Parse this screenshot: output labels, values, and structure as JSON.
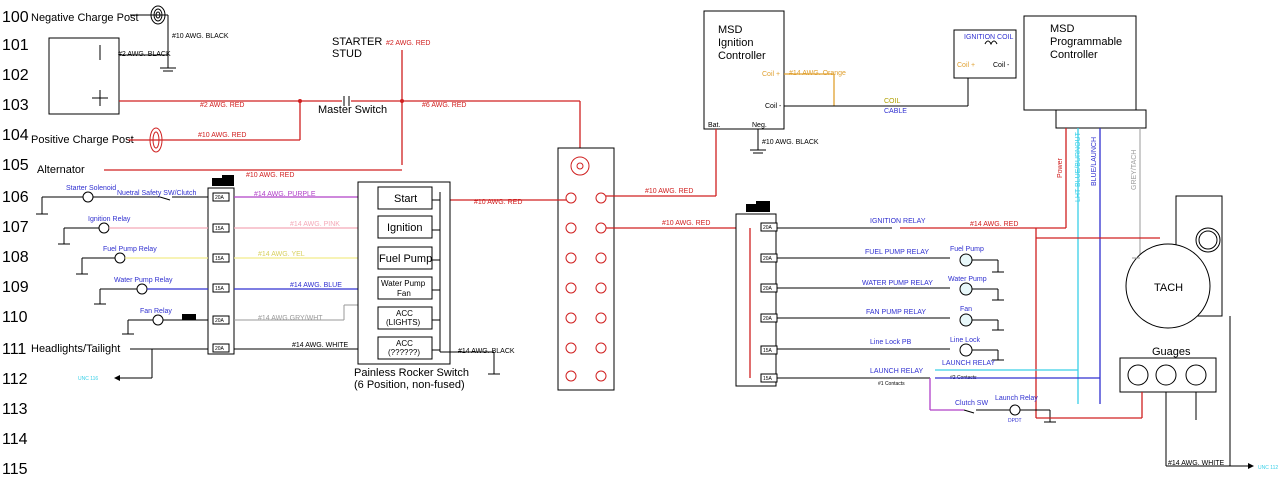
{
  "line_numbers": [
    "100",
    "101",
    "102",
    "103",
    "104",
    "105",
    "106",
    "107",
    "108",
    "109",
    "110",
    "111",
    "112",
    "113",
    "114",
    "115"
  ],
  "labels": {
    "negative_charge_post": "Negative Charge Post",
    "positive_charge_post": "Positive Charge Post",
    "alternator": "Alternator",
    "headlights_tailight": "Headlights/Tailight",
    "starter_stud_1": "STARTER",
    "starter_stud_2": "STUD",
    "master_switch": "Master Switch",
    "msd_ignition_1": "MSD",
    "msd_ignition_2": "Ignition",
    "msd_ignition_3": "Controller",
    "ignition_coil": "IGNITION  COIL",
    "coil_plus": "Coil +",
    "coil_minus": "Coil -",
    "coil": "Coil -",
    "bat": "Bat.",
    "neg": "Neg.",
    "msd_prog_1": "MSD",
    "msd_prog_2": "Programmable",
    "msd_prog_3": "Controller",
    "rocker_caption_1": "Painless Rocker Switch",
    "rocker_caption_2": "(6 Position, non-fused)",
    "tach": "TACH",
    "guages": "Guages",
    "unc_left": "UNC 116",
    "unc_right": "UNC 112",
    "coil_cable_1": "COIL",
    "coil_cable_2": "CABLE",
    "dpdt": "DPDT",
    "power": "Power",
    "lht_blue": "LHT BLUE/BURNOUT",
    "blue_launch": "BLUE/LAUNCH",
    "grey_tach": "GREY/TACH",
    "contacts_1": "#1 Contacts",
    "contacts_2": "#2 Contacts"
  },
  "wire_labels": {
    "w10_black_top": "#10 AWG. BLACK",
    "w2_black": "#2 AWG. BLACK",
    "w2_red_starter": "#2 AWG. RED",
    "w2_red_103": "#2 AWG. RED",
    "w6_red": "#6 AWG. RED",
    "w10_red_104": "#10 AWG. RED",
    "w10_red_105": "#10 AWG. RED",
    "w10_red_106": "#10 AWG. RED",
    "w10_red_bat": "#10 AWG. RED",
    "w10_red_107": "#10 AWG. RED",
    "w14_orange": "#14 AWG. Orange",
    "w10_black_msd": "#10 AWG. BLACK",
    "w14_purple": "#14 AWG. PURPLE",
    "w14_pink": "#14 AWG. PINK",
    "w14_yellow": "#14 AWG. YEL",
    "w14_blue": "#14 AWG. BLUE",
    "w14_greywht": "#14 AWG.GRY/WHT",
    "w14_white": "#14 AWG. WHITE",
    "w14_black_rocker": "#14 AWG. BLACK",
    "w14_red_relays": "#14 AWG. RED",
    "w14_white_right": "#14 AWG. WHITE"
  },
  "rocker_buttons": [
    "Start",
    "Ignition",
    "Fuel Pump",
    "Water Pump Fan",
    "ACC (LIGHTS)",
    "ACC (??????)"
  ],
  "left_devices": [
    "Starter  Solenoid",
    "Ignition  Relay",
    "Fuel  Pump  Relay",
    "Water  Pump  Relay",
    "Fan  Relay"
  ],
  "left_switch_label": "Nuetral  Safety  SW/Clutch",
  "left_fuses": [
    "20A",
    "15A",
    "15A",
    "15A",
    "20A",
    "20A"
  ],
  "right_fuses": [
    "20A",
    "20A",
    "20A",
    "20A",
    "15A",
    "15A"
  ],
  "right_rows": [
    {
      "relay": "IGNITION  RELAY",
      "device": ""
    },
    {
      "relay": "FUEL  PUMP  RELAY",
      "device": "Fuel  Pump"
    },
    {
      "relay": "WATER  PUMP  RELAY",
      "device": "Water  Pump"
    },
    {
      "relay": "FAN  PUMP  RELAY",
      "device": "Fan"
    },
    {
      "relay": "Line  Lock  PB",
      "device": "Line  Lock"
    },
    {
      "relay": "LAUNCH  RELAY",
      "device": "LAUNCH  RELAY"
    }
  ],
  "clutch_sw": "Clutch  SW",
  "launch_relay": "Launch  Relay",
  "colors": {
    "red": "#d02020",
    "cyan": "#3ad0e8",
    "blue": "#3030d0",
    "purple": "#b040c8",
    "pink": "#f4a9b8",
    "orange": "#e0a030"
  }
}
